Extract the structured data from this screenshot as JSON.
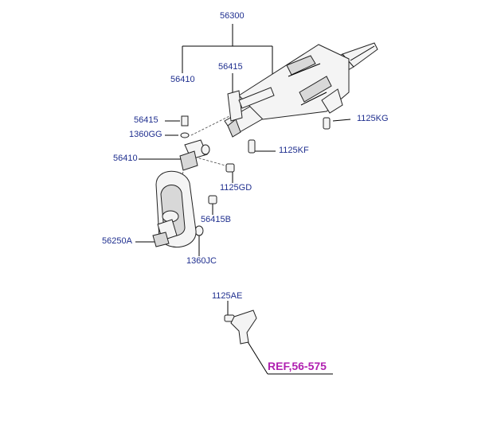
{
  "labels": {
    "p56300": "56300",
    "p56410_top": "56410",
    "p56415_top": "56415",
    "p56415_left": "56415",
    "p1360GG": "1360GG",
    "p56410_left": "56410",
    "p1125KG": "1125KG",
    "p1125KF": "1125KF",
    "p1125GD": "1125GD",
    "p56415B": "56415B",
    "p56250A": "56250A",
    "p1360JC": "1360JC",
    "p1125AE": "1125AE"
  },
  "reference": "REF,56-575",
  "colors": {
    "label_text": "#1f2f8f",
    "reference_text": "#b020b0",
    "line": "#000000"
  }
}
